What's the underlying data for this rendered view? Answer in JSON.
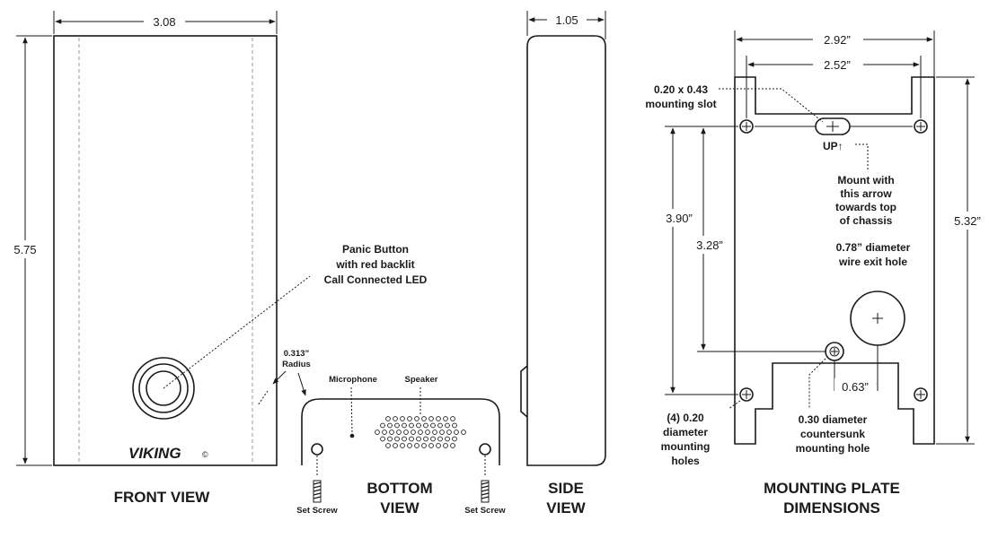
{
  "dimensions": {
    "front_width": "3.08",
    "front_height": "5.75",
    "side_depth": "1.05",
    "plate_outer_width": "2.92”",
    "plate_inner_width": "2.52”",
    "plate_outer_height": "5.32”",
    "plate_hole_span": "3.90”",
    "plate_slot_to_countersunk": "3.28”",
    "plate_countersunk_offset": "0.63”"
  },
  "front_view": {
    "brand": "VIKING",
    "brand_mark": "©",
    "panic_label": [
      "Panic Button",
      "with red backlit",
      "Call Connected LED"
    ],
    "radius_label": [
      "0.313”",
      "Radius"
    ],
    "title": "FRONT VIEW"
  },
  "bottom_view": {
    "microphone": "Microphone",
    "speaker": "Speaker",
    "set_screw": "Set Screw",
    "title": [
      "BOTTOM",
      "VIEW"
    ]
  },
  "side_view": {
    "title": [
      "SIDE",
      "VIEW"
    ]
  },
  "mounting_plate": {
    "slot_label": [
      "0.20 x 0.43",
      "mounting slot"
    ],
    "up_label": "UP↑",
    "arrow_note": [
      "Mount with",
      "this arrow",
      "towards top",
      "of chassis"
    ],
    "wire_hole": [
      "0.78” diameter",
      "wire exit hole"
    ],
    "holes_label": [
      "(4) 0.20",
      "diameter",
      "mounting",
      "holes"
    ],
    "countersunk_label": [
      "0.30 diameter",
      "countersunk",
      "mounting hole"
    ],
    "title": [
      "MOUNTING PLATE",
      "DIMENSIONS"
    ]
  }
}
